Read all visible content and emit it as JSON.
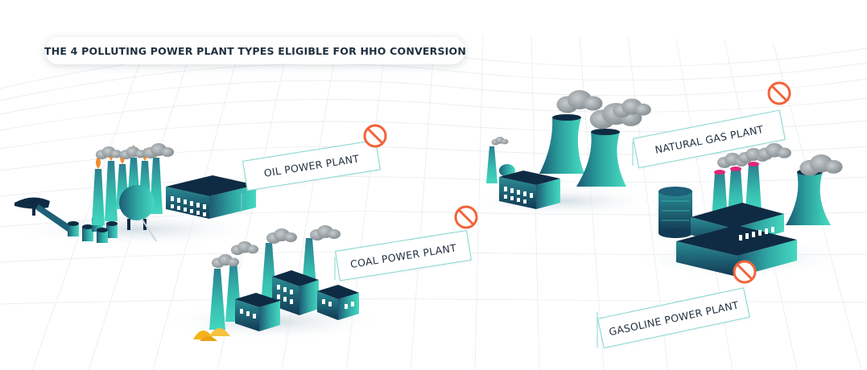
{
  "title": "THE 4 POLLUTING POWER PLANT TYPES ELIGIBLE FOR HHO CONVERSION",
  "plants": [
    {
      "label": "OIL POWER PLANT",
      "icon": "no-sign-icon"
    },
    {
      "label": "COAL POWER PLANT",
      "icon": "no-sign-icon"
    },
    {
      "label": "NATURAL GAS PLANT",
      "icon": "no-sign-icon"
    },
    {
      "label": "GASOLINE POWER PLANT",
      "icon": "no-sign-icon"
    }
  ],
  "colors": {
    "teal_light": "#3cc8b4",
    "teal_dark": "#123a55",
    "navy": "#0f2b44",
    "label_border": "#7fd6cf",
    "no_sign": "#f2633a",
    "flame": "#f28b2c",
    "coal_pile": "#f5b21b",
    "smoke": "#9aa3a8"
  }
}
